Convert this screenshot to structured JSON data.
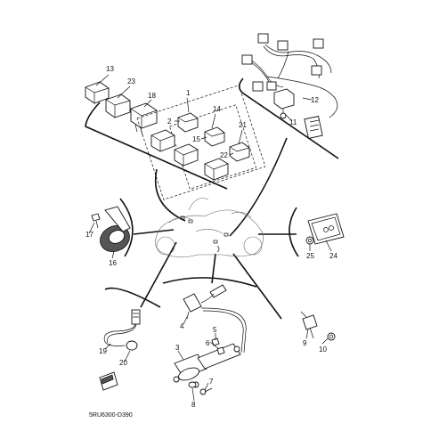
{
  "diagram": {
    "code": "5RU6300-D390",
    "callouts": [
      "1",
      "2",
      "3",
      "4",
      "5",
      "6",
      "7",
      "8",
      "9",
      "10",
      "11",
      "12",
      "13",
      "14",
      "15",
      "16",
      "17",
      "18",
      "19",
      "20",
      "21",
      "22",
      "23",
      "24",
      "25"
    ]
  }
}
